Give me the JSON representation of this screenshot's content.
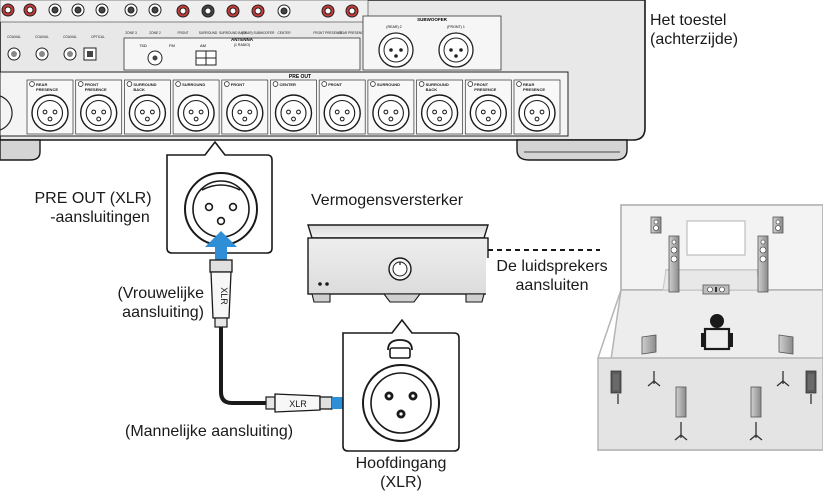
{
  "labels": {
    "device_rear": [
      "Het toestel",
      "(achterzijde)"
    ],
    "pre_out_xlr": [
      "PRE OUT (XLR)",
      "-aansluitingen"
    ],
    "power_amp": "Vermogensversterker",
    "connect_speakers": [
      "De luidsprekers",
      "aansluiten"
    ],
    "female_connector": [
      "(Vrouwelijke",
      "aansluiting)"
    ],
    "male_connector": "(Mannelijke aansluiting)",
    "main_input": [
      "Hoofdingang",
      "(XLR)"
    ],
    "cable_mark_vertical": "XLR",
    "cable_mark_horizontal": "XLR"
  },
  "panel": {
    "pre_out_title": "PRE OUT",
    "pre_out_terminals": [
      [
        "REAR",
        "PRESENCE"
      ],
      [
        "FRONT",
        "PRESENCE"
      ],
      [
        "SURROUND",
        "BACK"
      ],
      [
        "SURROUND",
        ""
      ],
      [
        "FRONT",
        ""
      ],
      [
        "CENTER",
        ""
      ],
      [
        "FRONT",
        ""
      ],
      [
        "SURROUND",
        ""
      ],
      [
        "SURROUND",
        "BACK"
      ],
      [
        "FRONT",
        "PRESENCE"
      ],
      [
        "REAR",
        "PRESENCE"
      ]
    ],
    "subwoofer_title": "SUBWOOFER",
    "subwoofer_terminals": [
      "(REAR) 2",
      "(FRONT) 1"
    ],
    "antenna_title": "ANTENNA",
    "antenna_sub": "(1 RADIO)",
    "antenna_fm": "75Ω",
    "antenna_fm_band": "FM",
    "antenna_am": "AM",
    "upper_labels": [
      "COAXIAL",
      "COAXIAL",
      "COAXIAL",
      "OPTICAL",
      "ZONE 3",
      "ZONE 2",
      "FRONT",
      "SURROUND",
      "SURROUND BACK",
      "(REAR) SUBWOOFER",
      "CENTER",
      "FRONT PRESENCE",
      "REAR PRESENCE"
    ]
  },
  "colors": {
    "line": "#1a1a1a",
    "arrow": "#2f8fd6",
    "panel_face": "#f3f3f3",
    "chassis": "#e6e6e6",
    "room_fill": "#ededed",
    "amp_body": "#e9e9e9",
    "speaker_dark": "#5a5a5a"
  }
}
